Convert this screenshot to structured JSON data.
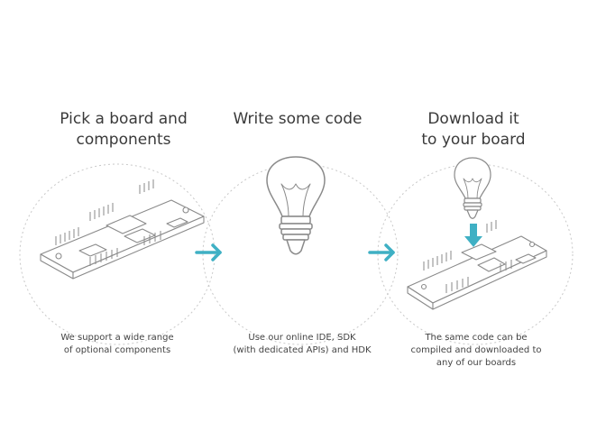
{
  "steps": [
    {
      "title": "Pick a board and\ncomponents",
      "caption": "We support a wide range\nof optional components"
    },
    {
      "title": "Write some code",
      "caption": "Use our online IDE, SDK\n(with dedicated APIs) and HDK"
    },
    {
      "title": "Download it\nto your board",
      "caption": "The same code can be\ncompiled and downloaded to\nany of our boards"
    }
  ],
  "colors": {
    "arrow": "#3fb0c4",
    "download_arrow": "#3fb0c4",
    "lines": "#9a9a9a",
    "circle": "#c8c8c8"
  },
  "icons": [
    "circuit-board-icon",
    "arrow-right-icon",
    "lightbulb-icon",
    "download-arrow-icon"
  ]
}
